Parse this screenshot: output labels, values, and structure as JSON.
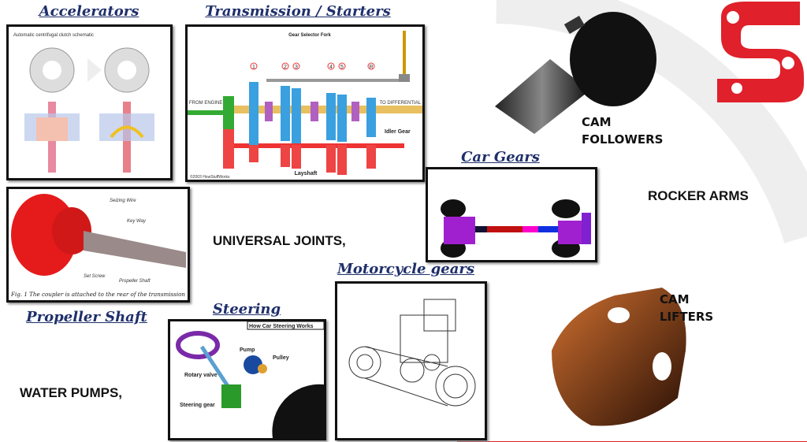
{
  "sections": {
    "accelerators": {
      "title": "Accelerators",
      "caption": "Automatic centrifugal clutch schematic"
    },
    "transmission": {
      "title": "Transmission / Starters",
      "labels": {
        "fork": "Gear Selector Fork",
        "from": "FROM ENGINE",
        "to": "TO DIFFERENTIAL",
        "idler": "Idler Gear",
        "layshaft": "Layshaft",
        "copyright": "©2003 HowStuffWorks"
      },
      "gears": [
        "1",
        "2",
        "3",
        "4",
        "5",
        "R"
      ]
    },
    "propeller": {
      "title": "Propeller Shaft",
      "labels": [
        "Seizing Wire",
        "Key Way",
        "Set Screw",
        "Propeller Shaft"
      ],
      "caption": "Fig. 1 The coupler is attached to the rear of the transmission"
    },
    "car_gears": {
      "title": "Car Gears"
    },
    "motorcycle": {
      "title": "Motorcycle gears"
    },
    "steering": {
      "title": "Steering",
      "header": "How Car Steering Works",
      "labels": [
        "Pump",
        "Pulley",
        "Rotary valve",
        "Steering gear"
      ]
    }
  },
  "text_items": {
    "universal_joints": "UNIVERSAL JOINTS,",
    "water_pumps": "WATER PUMPS,",
    "rocker_arms": "ROCKER ARMS",
    "cam_followers": [
      "CAM",
      "FOLLOWERS"
    ],
    "cam_lifters": [
      "CAM",
      "LIFTERS"
    ]
  },
  "colors": {
    "title": "#1f2f6b",
    "logo": "#e0202a"
  }
}
